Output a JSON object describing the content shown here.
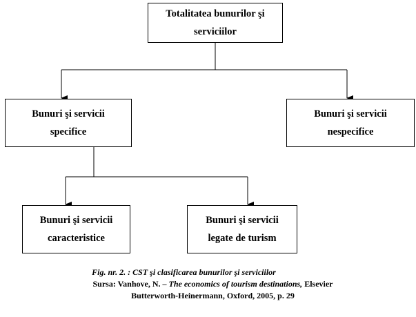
{
  "diagram": {
    "root": {
      "line1": "Totalitatea bunurilor şi",
      "line2": "serviciilor"
    },
    "specific": {
      "line1": "Bunuri şi servicii",
      "line2": "specifice"
    },
    "nonspecific": {
      "line1": "Bunuri şi servicii",
      "line2": "nespecifice"
    },
    "characteristic": {
      "line1": "Bunuri şi servicii",
      "line2": "caracteristice"
    },
    "tourism_related": {
      "line1": "Bunuri şi servicii",
      "line2": "legate de turism"
    }
  },
  "caption": {
    "figure": "Fig. nr. 2. : CST şi clasificarea bunurilor şi serviciilor",
    "source_prefix": "Sursa: Vanhove, N. – ",
    "source_title": "The economics of tourism destinations,",
    "source_suffix": " Elsevier",
    "source_line2": "Butterworth-Heinermann, Oxford, 2005, p. 29"
  }
}
